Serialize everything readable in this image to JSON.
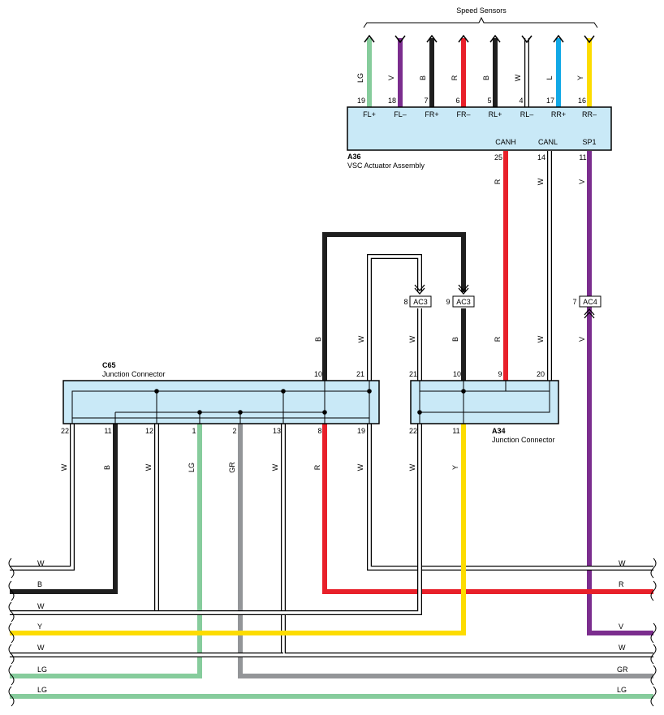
{
  "speed_sensors_label": "Speed Sensors",
  "colors": {
    "LG": "#86cc9c",
    "V": "#7b2d8e",
    "B": "#1f1f1f",
    "R": "#e8202a",
    "W": "#ffffff",
    "L": "#11a8e6",
    "Y": "#fddc00",
    "GR": "#939598"
  },
  "a36": {
    "code": "A36",
    "name": "VSC Actuator Assembly",
    "top_pins": [
      {
        "num": "19",
        "label": "FL+",
        "wire": "LG"
      },
      {
        "num": "18",
        "label": "FL–",
        "wire": "V"
      },
      {
        "num": "7",
        "label": "FR+",
        "wire": "B"
      },
      {
        "num": "6",
        "label": "FR–",
        "wire": "R"
      },
      {
        "num": "5",
        "label": "RL+",
        "wire": "B"
      },
      {
        "num": "4",
        "label": "RL–",
        "wire": "W"
      },
      {
        "num": "17",
        "label": "RR+",
        "wire": "L"
      },
      {
        "num": "16",
        "label": "RR–",
        "wire": "Y"
      }
    ],
    "bottom_pins": [
      {
        "num": "25",
        "label": "CANH",
        "wire": "R"
      },
      {
        "num": "14",
        "label": "CANL",
        "wire": "W"
      },
      {
        "num": "11",
        "label": "SP1",
        "wire": "V"
      }
    ]
  },
  "c65": {
    "code": "C65",
    "name": "Junction Connector",
    "top_pins": [
      {
        "num": "10",
        "wire": "B"
      },
      {
        "num": "21",
        "wire": "W"
      }
    ],
    "bottom_pins": [
      {
        "num": "22",
        "wire": "W"
      },
      {
        "num": "11",
        "wire": "B"
      },
      {
        "num": "12",
        "wire": "W"
      },
      {
        "num": "1",
        "wire": "LG"
      },
      {
        "num": "2",
        "wire": "GR"
      },
      {
        "num": "13",
        "wire": "W"
      },
      {
        "num": "8",
        "wire": "R"
      },
      {
        "num": "19",
        "wire": "W"
      }
    ]
  },
  "a34": {
    "code": "A34",
    "name": "Junction Connector",
    "top_pins": [
      {
        "num": "21",
        "wire": "W"
      },
      {
        "num": "10",
        "wire": "B"
      },
      {
        "num": "9",
        "wire": "R"
      },
      {
        "num": "20",
        "wire": "W"
      }
    ],
    "bottom_pins": [
      {
        "num": "22",
        "wire": "W"
      },
      {
        "num": "11",
        "wire": "Y"
      }
    ]
  },
  "ac_connectors": [
    {
      "pin": "8",
      "label": "AC3"
    },
    {
      "pin": "9",
      "label": "AC3"
    },
    {
      "pin": "7",
      "label": "AC4"
    }
  ],
  "vertical_wire_labels": [
    {
      "text": "R"
    },
    {
      "text": "W"
    },
    {
      "text": "V"
    },
    {
      "text": "B"
    },
    {
      "text": "W"
    },
    {
      "text": "W"
    },
    {
      "text": "B"
    },
    {
      "text": "R"
    },
    {
      "text": "W"
    },
    {
      "text": "V"
    }
  ],
  "left_bus": [
    "W",
    "B",
    "W",
    "Y",
    "W",
    "LG",
    "LG"
  ],
  "right_bus": [
    "W",
    "R",
    "V",
    "W",
    "GR",
    "LG"
  ]
}
